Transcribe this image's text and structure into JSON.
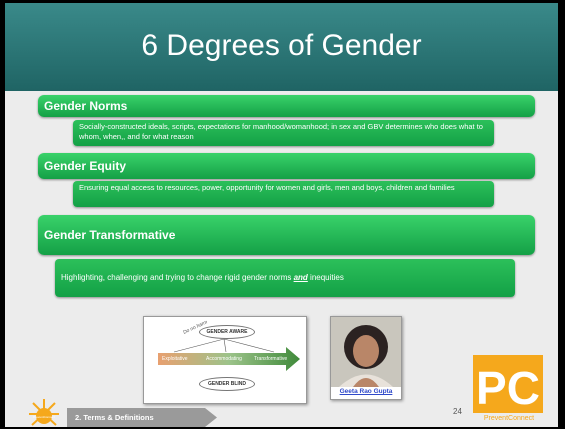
{
  "slide": {
    "title": "6 Degrees of Gender",
    "sections": [
      {
        "heading": "Gender Norms",
        "description": "Socially-constructed ideals, scripts, expectations for manhood/womanhood; in sex and GBV determines who does what to whom, when,, and for what reason"
      },
      {
        "heading": "Gender Equity",
        "description": "Ensuring equal access to resources, power, opportunity for women and girls, men and boys, children and families"
      },
      {
        "heading": "Gender Transformative",
        "description_before": "Highlighting, challenging and trying to change rigid gender norms ",
        "description_em": "and",
        "description_after": " inequities"
      }
    ],
    "diagram": {
      "top_label": "GENDER AWARE",
      "bottom_label": "GENDER BLIND",
      "arrow_left": "Exploitative",
      "arrow_mid": "Accommodating",
      "arrow_right": "Transformative",
      "side_note": "Do no harm"
    },
    "photo_caption": "Geeta Rao Gupta",
    "page_number": "24",
    "nav_label": "2.  Terms & Definitions",
    "logo_text": "PC",
    "logo_caption": "PreventConnect",
    "sun_text": "PreventConnect"
  },
  "colors": {
    "title_band": "#2a7878",
    "green_bar": "#1fb552",
    "nav_arrow": "#9a9a9a",
    "logo_gold": "#f5a81c"
  }
}
